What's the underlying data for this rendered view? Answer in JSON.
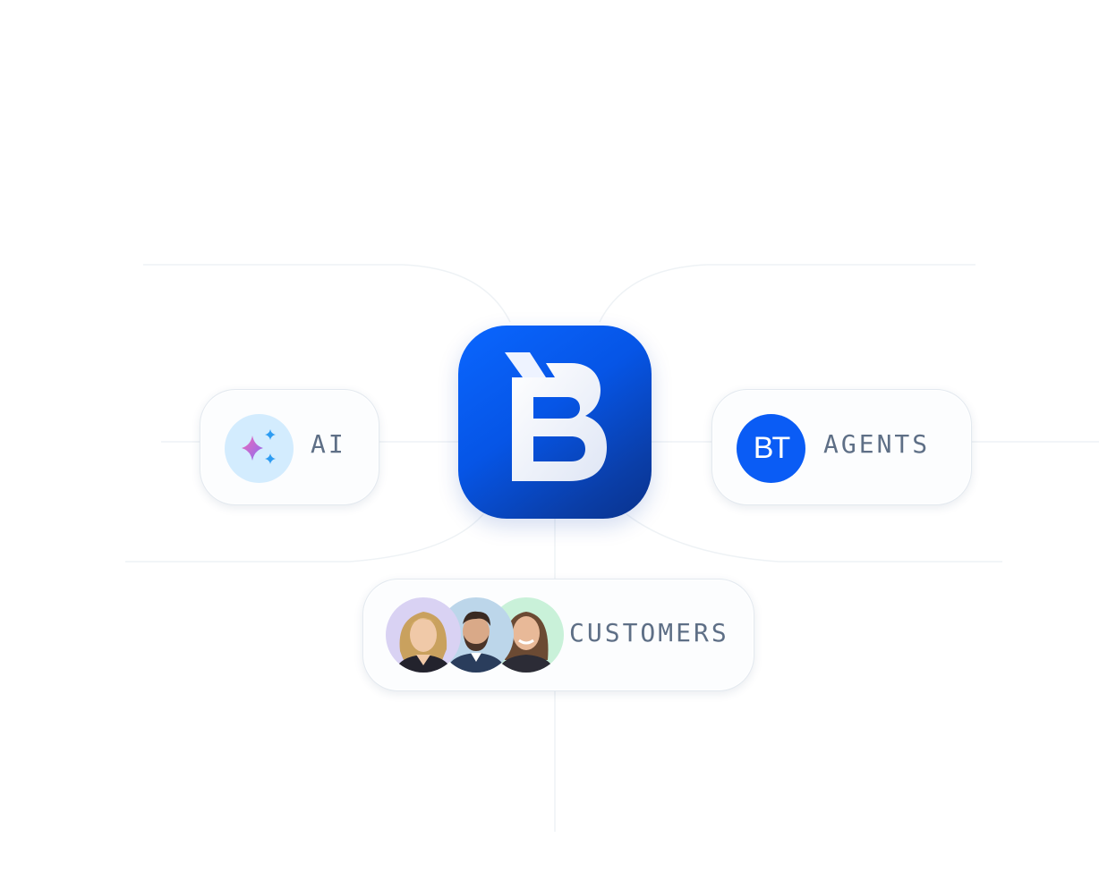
{
  "diagram": {
    "hub": {
      "icon": "brand-b-logo",
      "color": "#0a5cf5"
    },
    "nodes": {
      "ai": {
        "label": "AI",
        "icon": "sparkle-icon"
      },
      "agents": {
        "label": "AGENTS",
        "badge_text": "BT",
        "badge_color": "#0a5cf5"
      },
      "customers": {
        "label": "CUSTOMERS",
        "avatars": [
          "customer-woman-1",
          "customer-man",
          "customer-woman-2"
        ]
      }
    },
    "label_color": "#5e6f86"
  }
}
